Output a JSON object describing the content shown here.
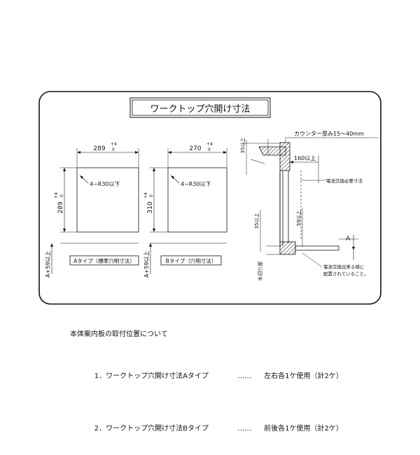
{
  "title": "ワークトップ穴開け寸法",
  "type_a": {
    "width_dim": "289",
    "width_tol": "+4",
    "width_tol_lo": "0",
    "height_dim": "289",
    "height_tol": "+4",
    "height_tol_lo": "0",
    "corner": "4−R30以下",
    "offset": "A+59以上",
    "label": "Aタイプ（標準穴明寸法）"
  },
  "type_b": {
    "width_dim": "270",
    "width_tol": "+4",
    "width_tol_lo": "0",
    "height_dim": "310",
    "height_tol": "+4",
    "height_tol_lo": "0",
    "corner": "4−R30以下",
    "offset": "A+59以上",
    "label": "Bタイプ（穴明寸法）"
  },
  "section": {
    "counter_thickness": "カウンター厚み15〜40mm",
    "dim_35_top": "35以上",
    "dim_160": "160以上",
    "battery_space": "電池交換必要寸法",
    "dim_35_bottom": "35以上",
    "dim_59": "59以上",
    "dim_a": "A",
    "drain": "水切り部",
    "battery_note": "電池交換出来る様に配置されていること。"
  },
  "notes": {
    "heading": "本体案内板の取付位置について",
    "items": [
      {
        "num": "1．",
        "text": "ワークトップ穴開け寸法Aタイプ",
        "dots": "……",
        "usage": "左右各1ケ使用（計2ケ）"
      },
      {
        "num": "2．",
        "text": "ワークトップ穴開け寸法Bタイプ",
        "dots": "……",
        "usage": "前後各1ケ使用（計2ケ）"
      }
    ]
  }
}
